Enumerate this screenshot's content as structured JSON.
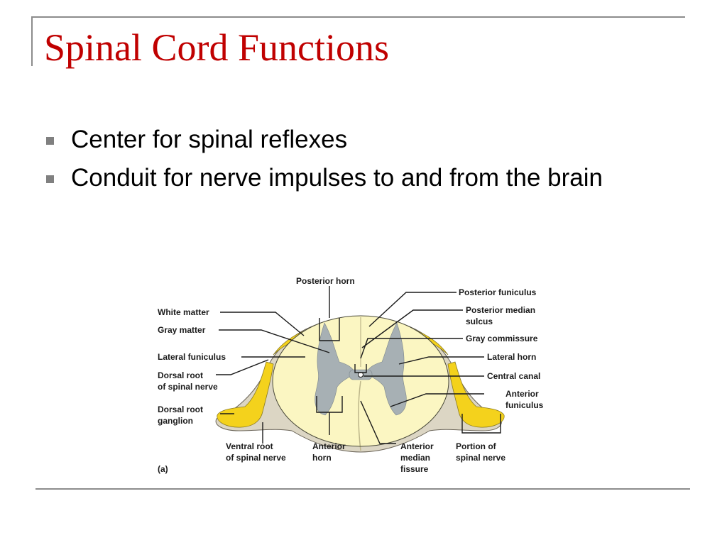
{
  "slide": {
    "title": "Spinal Cord Functions",
    "bullets": [
      "Center for spinal reflexes",
      "Conduit for nerve impulses to and from the brain"
    ]
  },
  "figure": {
    "panel_label": "(a)",
    "labels": {
      "posterior_horn": "Posterior horn",
      "white_matter": "White matter",
      "gray_matter": "Gray matter",
      "lateral_funiculus": "Lateral funiculus",
      "dorsal_root_line1": "Dorsal root",
      "dorsal_root_line2": "of spinal nerve",
      "dorsal_root_ganglion_line1": "Dorsal root",
      "dorsal_root_ganglion_line2": "ganglion",
      "ventral_root_line1": "Ventral root",
      "ventral_root_line2": "of spinal nerve",
      "anterior_horn_line1": "Anterior",
      "anterior_horn_line2": "horn",
      "anterior_median_fissure_line1": "Anterior",
      "anterior_median_fissure_line2": "median",
      "anterior_median_fissure_line3": "fissure",
      "portion_spinal_nerve_line1": "Portion of",
      "portion_spinal_nerve_line2": "spinal nerve",
      "posterior_funiculus": "Posterior funiculus",
      "posterior_median_sulcus_line1": "Posterior median",
      "posterior_median_sulcus_line2": "sulcus",
      "gray_commissure": "Gray commissure",
      "lateral_horn": "Lateral horn",
      "central_canal": "Central canal",
      "anterior_funiculus_line1": "Anterior",
      "anterior_funiculus_line2": "funiculus"
    },
    "colors": {
      "white_matter": "#fbf6c2",
      "gray_matter": "#a7b0b4",
      "nerve_yellow": "#f4d21c",
      "meninges": "#dcd6c4",
      "outline": "#1a1a1a"
    }
  }
}
